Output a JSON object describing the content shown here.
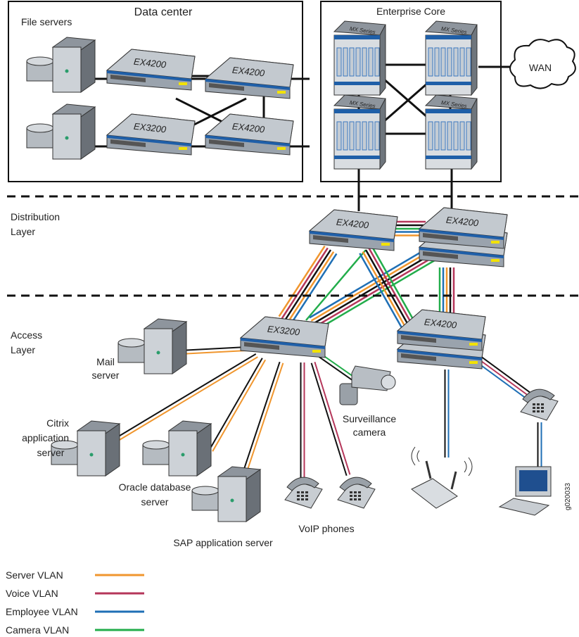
{
  "regions": {
    "data_center": "Data center",
    "file_servers": "File servers",
    "enterprise_core": "Enterprise Core",
    "wan": "WAN",
    "distribution": [
      "Distribution",
      "Layer"
    ],
    "access": [
      "Access",
      "Layer"
    ]
  },
  "devices": {
    "dc_switch_1": "EX4200",
    "dc_switch_2": "EX4200",
    "dc_switch_3": "EX3200",
    "dc_switch_4": "EX4200",
    "mx": "MX Series",
    "dist_switch_1": "EX4200",
    "dist_switch_2": "EX4200",
    "access_switch_1": "EX3200",
    "access_switch_2": "EX4200"
  },
  "endpoints": {
    "mail": [
      "Mail",
      "server"
    ],
    "citrix": [
      "Citrix",
      "application",
      "server"
    ],
    "oracle": [
      "Oracle database",
      "server"
    ],
    "sap": "SAP application server",
    "camera": [
      "Surveillance",
      "camera"
    ],
    "voip": "VoIP phones"
  },
  "figure_id": "g020033",
  "legend": [
    {
      "label": "Server VLAN",
      "color": "#f0962e"
    },
    {
      "label": "Voice VLAN",
      "color": "#b5365a"
    },
    {
      "label": "Employee VLAN",
      "color": "#1f6fb5"
    },
    {
      "label": "Camera VLAN",
      "color": "#22ad4b"
    }
  ]
}
